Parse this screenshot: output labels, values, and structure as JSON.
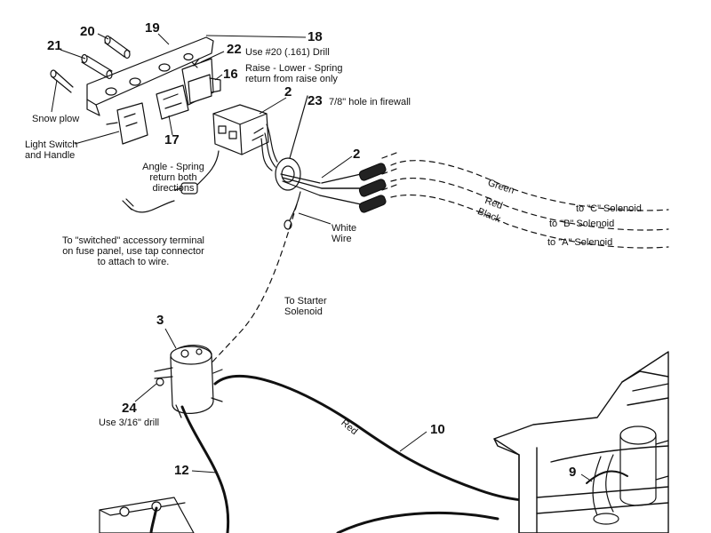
{
  "callouts": {
    "n19": "19",
    "n20": "20",
    "n21": "21",
    "n18": "18",
    "n22": "22",
    "n16": "16",
    "n2a": "2",
    "n23": "23",
    "n17": "17",
    "n2b": "2",
    "n3": "3",
    "n24": "24",
    "n12": "12",
    "n10": "10",
    "n9": "9"
  },
  "notes": {
    "drill_20": "Use #20 (.161) Drill",
    "raise_lower_1": "Raise - Lower - Spring",
    "raise_lower_2": "return from raise only",
    "firewall_hole": "7/8\" hole in firewall",
    "snow_plow": "Snow plow",
    "light_switch_1": "Light Switch",
    "light_switch_2": "and Handle",
    "angle_1": "Angle - Spring",
    "angle_2": "return both",
    "angle_3": "directions",
    "white_wire_1": "White",
    "white_wire_2": "Wire",
    "switched_1": "To \"switched\" accessory terminal",
    "switched_2": "on fuse panel, use tap connector",
    "switched_3": "to attach to wire.",
    "starter_1": "To Starter",
    "starter_2": "Solenoid",
    "drill_316": "Use 3/16\" drill"
  },
  "wires": {
    "green": "Green",
    "red": "Red",
    "black": "Black",
    "to_c": "to \"C\" Solenoid",
    "to_b": "to \"B\" Solenoid",
    "to_a": "to \"A\" Solenoid",
    "red_cable": "Red"
  }
}
